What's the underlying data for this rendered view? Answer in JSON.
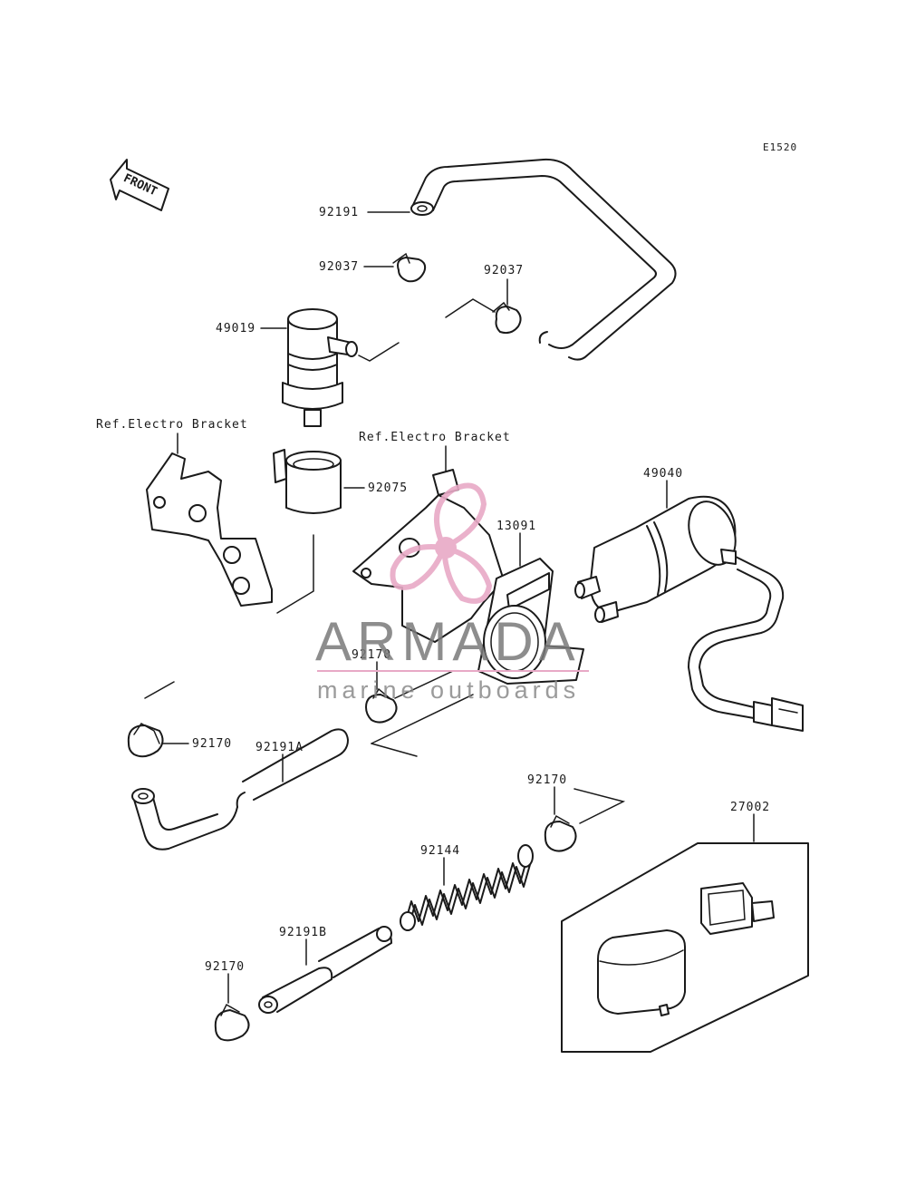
{
  "diagram": {
    "code": "E1520",
    "front_label": "FRONT",
    "ref_labels": {
      "left": "Ref.Electro Bracket",
      "center": "Ref.Electro Bracket"
    },
    "parts": {
      "p92191": "92191",
      "p92037_left": "92037",
      "p92037_right": "92037",
      "p49019": "49019",
      "p92075": "92075",
      "p49040": "49040",
      "p13091": "13091",
      "p92170_center": "92170",
      "p92170_left": "92170",
      "p92191A": "92191A",
      "p92170_right": "92170",
      "p27002": "27002",
      "p92144": "92144",
      "p92191B": "92191B",
      "p92170_bottom": "92170"
    }
  },
  "watermark": {
    "brand": "ARMADA",
    "tagline": "marine outboards",
    "logo_color": "#e8a9c6",
    "accent_line_color": "#e8a9c6"
  }
}
